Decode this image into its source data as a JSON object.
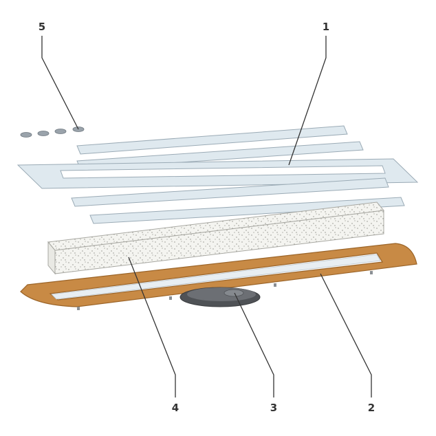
{
  "callouts": [
    {
      "id": "1",
      "label": "1"
    },
    {
      "id": "2",
      "label": "2"
    },
    {
      "id": "3",
      "label": "3"
    },
    {
      "id": "4",
      "label": "4"
    },
    {
      "id": "5",
      "label": "5"
    }
  ],
  "colors": {
    "glass": "#dfe9ef",
    "glass_edge": "#9aaab5",
    "foam": "#f4f4f0",
    "foam_edge": "#a8a8a2",
    "gasket": "#c88a45",
    "gasket_edge": "#9b6428",
    "outlet": "#5e6064",
    "pads": "#9aa3ab",
    "ink": "#333333"
  }
}
